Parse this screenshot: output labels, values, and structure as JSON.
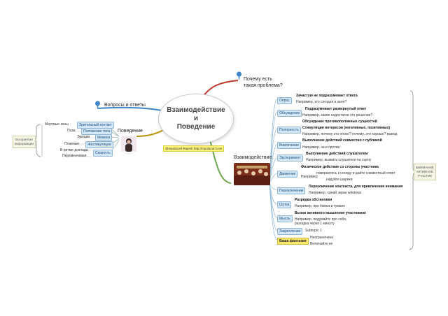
{
  "center": {
    "title": "Взаимодействие\nи\nПоведение",
    "url": "@mpolacarl-Rajesh http://mpolacarl.com"
  },
  "branches": {
    "questions": "Вопросы и ответы",
    "behavior": "Поведение",
    "why": "Почему есть\nтакая проблема?",
    "interaction": "Взаимодействие"
  },
  "left": {
    "note": "Восприятие\nинформации",
    "items": [
      {
        "label": "Мертвые зоны",
        "tag": "Зрительный контакт"
      },
      {
        "label": "Поза",
        "tag": "Положение тела"
      },
      {
        "label": "Эмоции",
        "tag": "Мимика"
      },
      {
        "label": "Плавные",
        "tag": "Жестикуляция"
      },
      {
        "label": "В ритме доклада",
        "tag": "Скорость"
      },
      {
        "label": "Переменчивая",
        "tag": ""
      }
    ]
  },
  "right": {
    "note": "ВНИМАНИЕ\nАКТИВНОЕ\nУЧАСТИЕ",
    "items": [
      {
        "tag": "Опрос",
        "title": "Зачастую не подразумевает ответа",
        "sub": "Например, кто сегодня в зале?"
      },
      {
        "tag": "Обсуждение",
        "title": "Подразумевает развернутый ответ",
        "sub": "Например, какие недостатки это решение?"
      },
      {
        "tag": "",
        "title": "Обсуждение противоположных сущностей",
        "sub": ""
      },
      {
        "tag": "Полярность",
        "title": "Стимуляция интересов (негативных, позитивных)",
        "sub": "Например, почему это плохо? почему, это хорошо? вывод"
      },
      {
        "tag": "Вовлечение",
        "title": "Выполнение действий совместно с публикой",
        "sub": "Например, за и против"
      },
      {
        "tag": "Эксперимент",
        "title": "Выполнение действий слушателем",
        "sub": "Например, вызвать слушателя на сцену"
      },
      {
        "tag": "Движение",
        "title": "Физическое действие со стороны участника",
        "sub": "повернитесь к соседу и дайте совместный ответ",
        "sub2": "надуйте шарики",
        "pre": "Например"
      },
      {
        "tag": "Переключение",
        "title": "Переключение контекста, для привлечения внимания",
        "sub": "Например, синий экран windows"
      },
      {
        "tag": "Шутка",
        "title": "Разрядка обстановки",
        "sub": "Например, про ёжика в тумане"
      },
      {
        "tag": "Мысль",
        "title": "Вызов активного мышления участником",
        "sub": "Например, подумайте про себя,\nразгадка через 1 минуту"
      },
      {
        "tag": "Закрепление",
        "title": "Subtopic 1",
        "sub": ""
      },
      {
        "tag": "Ваша фантазия",
        "title": "Неограничена",
        "sub": "Включайте ее"
      }
    ]
  },
  "colors": {
    "why": "#c0392b",
    "interaction": "#6aa84f",
    "questions": "#3d85c6",
    "behavior": "#b7950b"
  }
}
